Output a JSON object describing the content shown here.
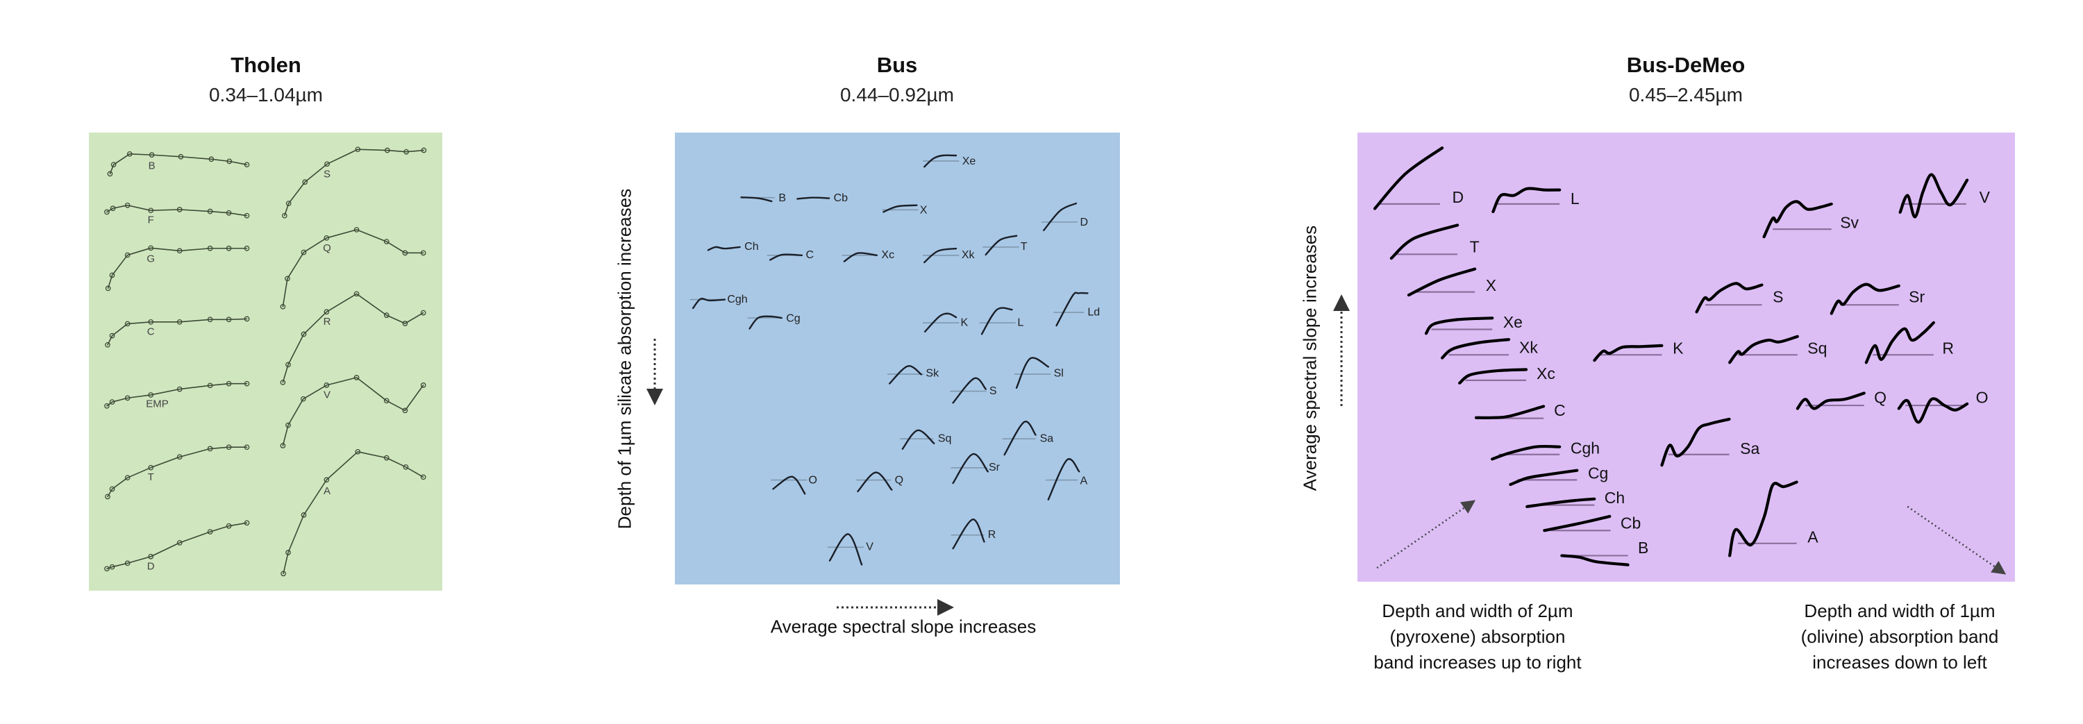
{
  "panels": [
    {
      "title": "Tholen",
      "subtitle": "0.34–1.04µm",
      "background": "#d0e6bf",
      "classes": [
        "B",
        "F",
        "G",
        "C",
        "EMP",
        "T",
        "D",
        "S",
        "Q",
        "R",
        "V",
        "A"
      ]
    },
    {
      "title": "Bus",
      "subtitle": "0.44–0.92µm",
      "background": "#a9c8e6",
      "y_axis_label": "Depth of 1µm silicate absorption increases",
      "x_axis_label": "Average spectral slope increases",
      "classes": [
        "Xe",
        "B",
        "Cb",
        "X",
        "D",
        "Ch",
        "C",
        "Xc",
        "Xk",
        "T",
        "Cgh",
        "Cg",
        "K",
        "L",
        "Ld",
        "Sk",
        "S",
        "Sl",
        "Sq",
        "Sa",
        "Sr",
        "O",
        "Q",
        "A",
        "V",
        "R"
      ]
    },
    {
      "title": "Bus-DeMeo",
      "subtitle": "0.45–2.45µm",
      "background": "#dcbef5",
      "y_axis_label": "Average spectral slope increases",
      "classes": [
        "D",
        "L",
        "Sv",
        "V",
        "T",
        "X",
        "S",
        "Sr",
        "Xe",
        "Xk",
        "K",
        "Sq",
        "R",
        "Xc",
        "Q",
        "O",
        "C",
        "Sa",
        "Cgh",
        "Cg",
        "Ch",
        "Cb",
        "A",
        "B"
      ],
      "note_left": [
        "Depth and width of 2µm",
        "(pyroxene) absorption",
        "band increases up to right"
      ],
      "note_right": [
        "Depth and width of 1µm",
        "(olivine) absorption band",
        "increases down to left"
      ]
    }
  ]
}
